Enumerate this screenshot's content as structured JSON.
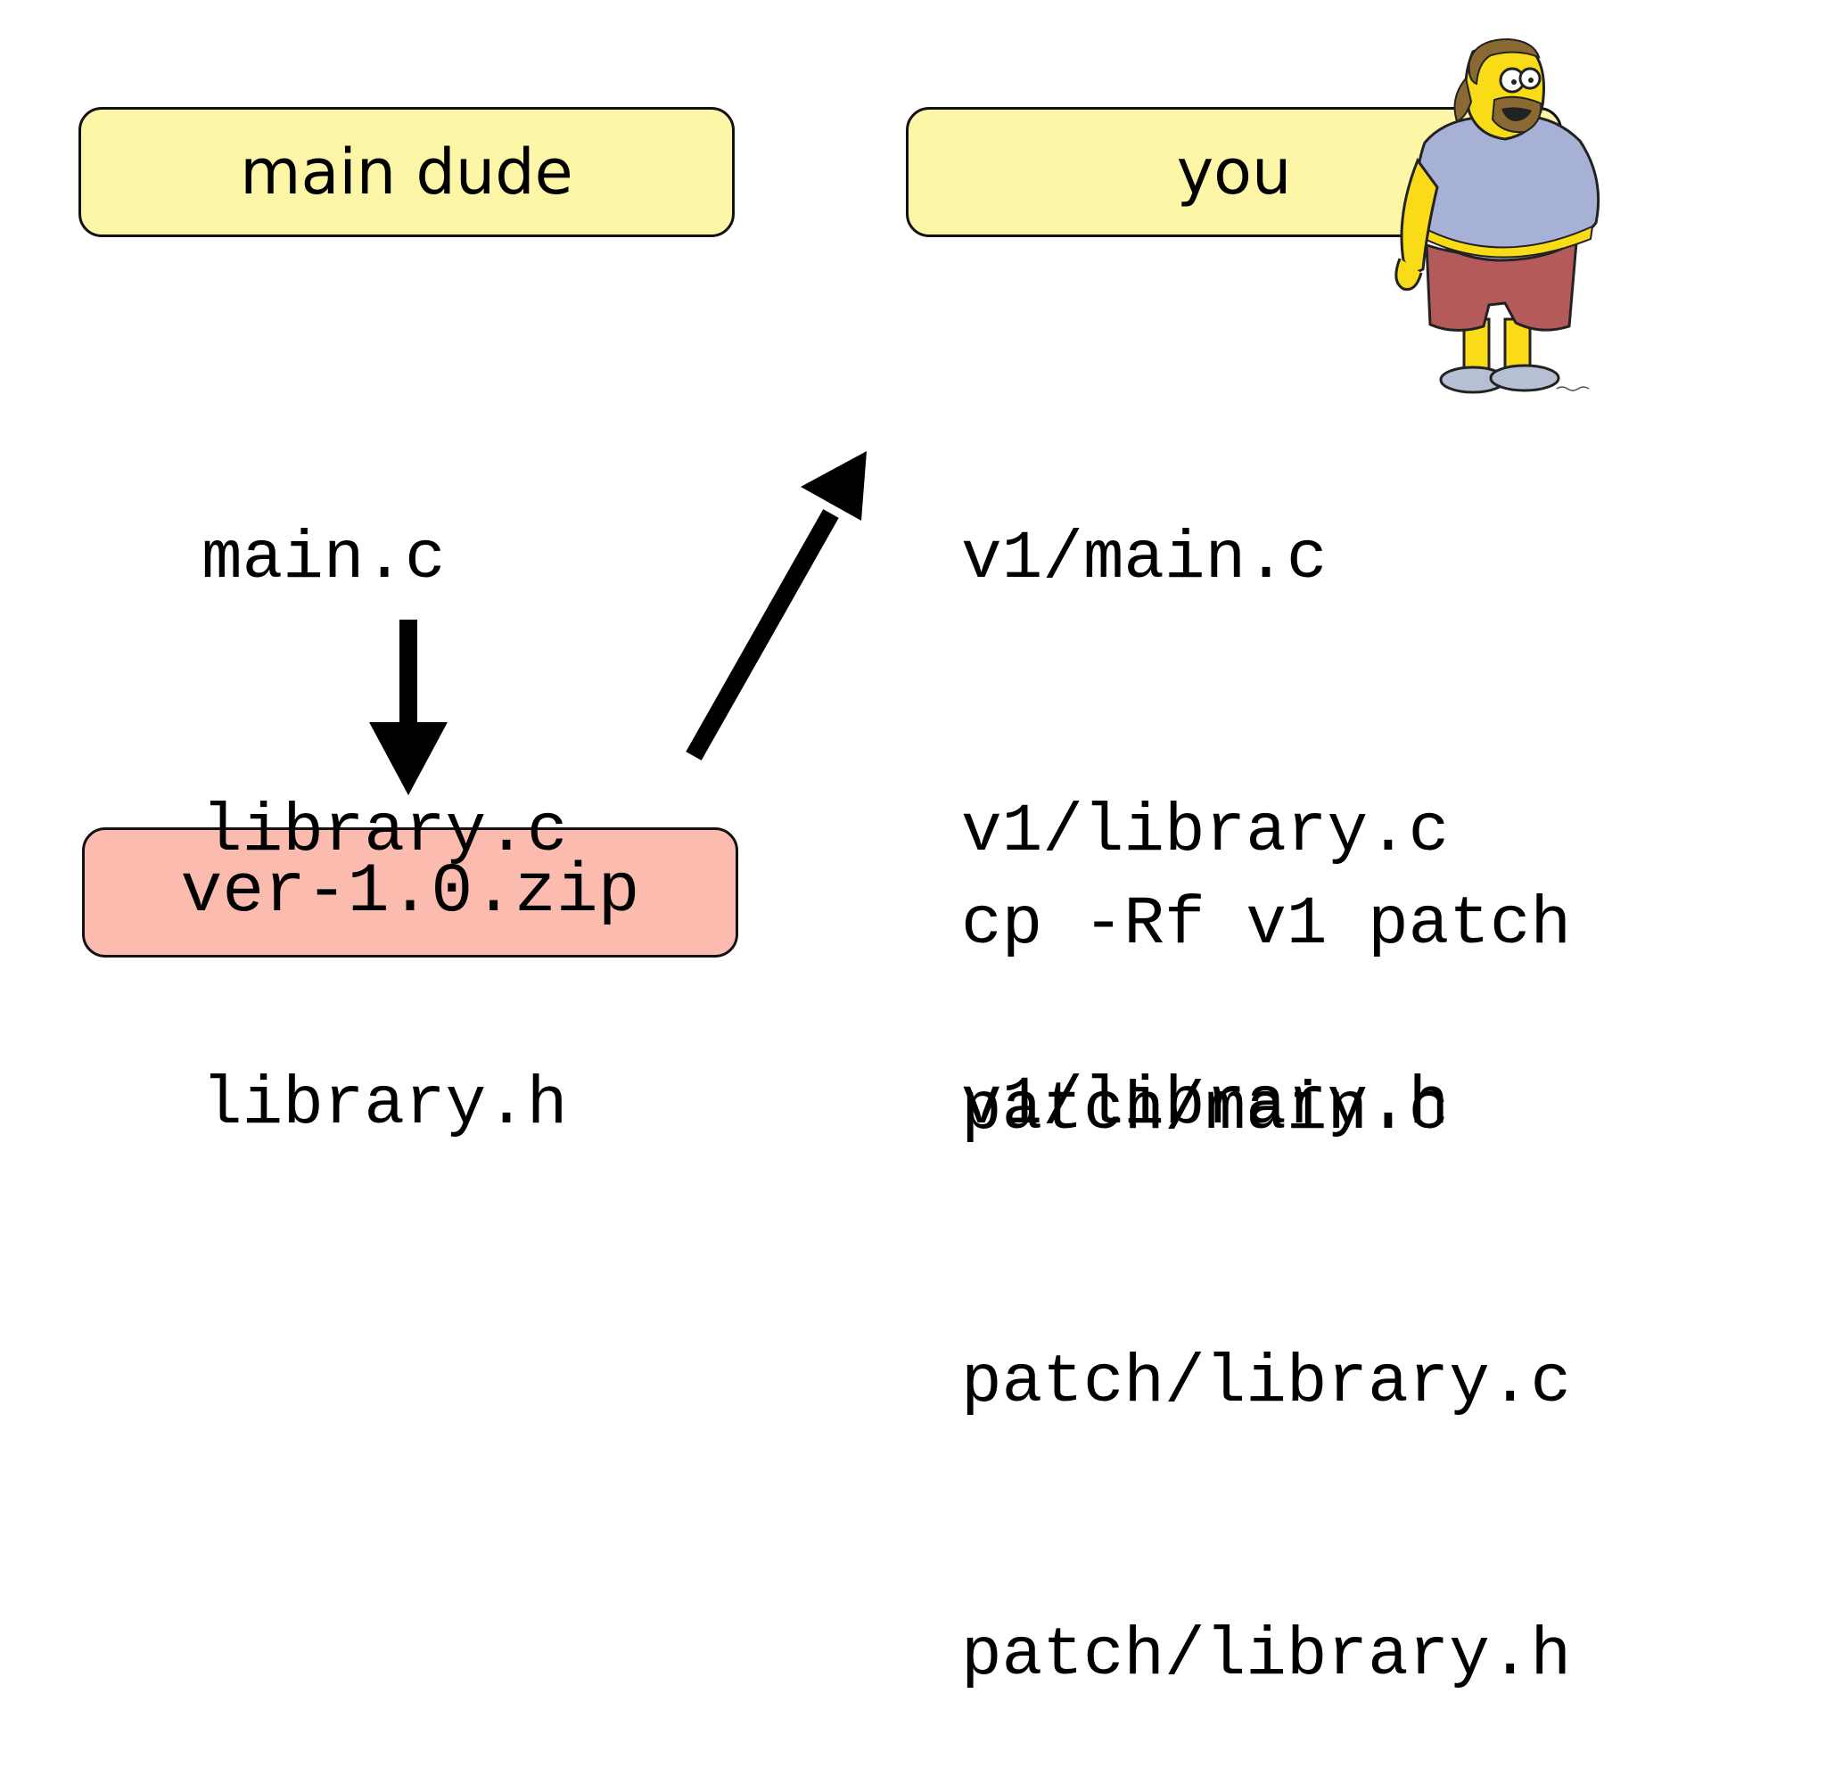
{
  "boxes": {
    "main_dude": "main dude",
    "you": "you",
    "zip": "ver-1.0.zip"
  },
  "left_files": [
    "main.c",
    "library.c",
    "library.h"
  ],
  "v1_files": [
    "v1/main.c",
    "v1/library.c",
    "v1/library.h"
  ],
  "command": "cp -Rf v1 patch",
  "patch_files": [
    "patch/main.c",
    "patch/library.c",
    "patch/library.h"
  ],
  "colors": {
    "label_box_fill": "#fdf6a6",
    "zip_box_fill": "#fbbcaf",
    "arrow": "#000000"
  },
  "icons": {
    "character": "comic-book-guy-illustration"
  }
}
